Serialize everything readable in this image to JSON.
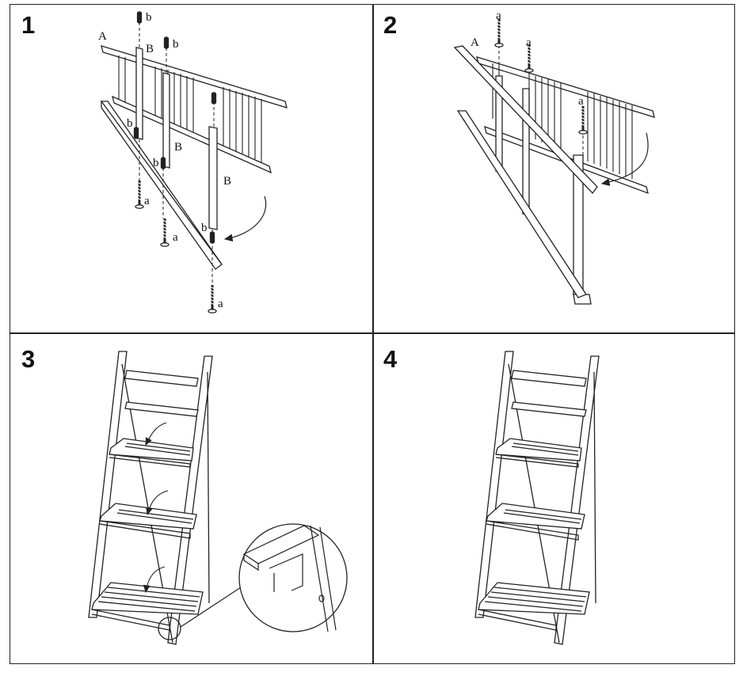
{
  "steps": [
    {
      "number": "1"
    },
    {
      "number": "2"
    },
    {
      "number": "3"
    },
    {
      "number": "4"
    }
  ],
  "part_labels": {
    "back_frame": "A",
    "front_leg": "B",
    "screw": "a",
    "dowel": "b"
  },
  "colors": {
    "line": "#222222",
    "background": "#ffffff"
  }
}
